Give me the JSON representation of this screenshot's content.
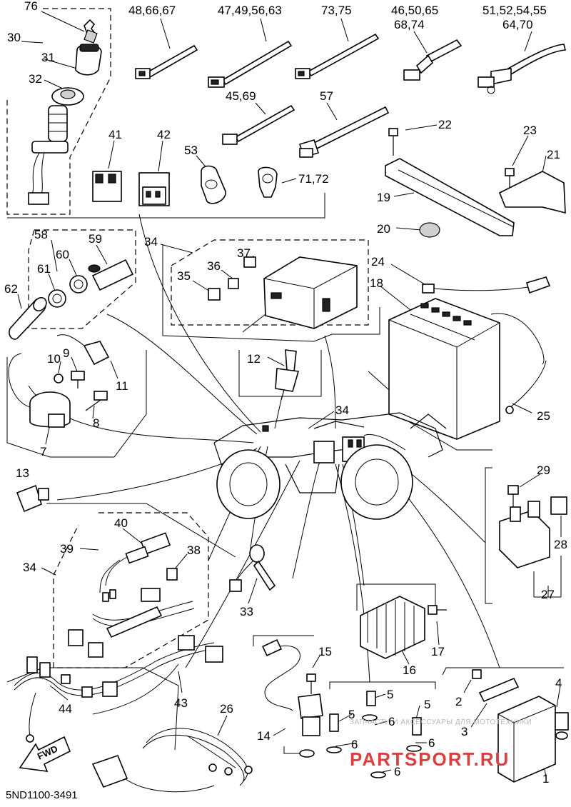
{
  "diagram": {
    "part_number": "5ND1100-3491",
    "fwd_label": "FWD",
    "watermark_top": "ЗАПЧАСТИ И АКСЕССУАРЫ ДЛЯ МОТОТЕХНИКИ",
    "watermark_brand": "PARTSPORT.RU",
    "callouts": {
      "c76": "76",
      "c30": "30",
      "c31": "31",
      "c32": "32",
      "c486667": "48,66,67",
      "c47495663": "47,49,56,63",
      "c7375": "73,75",
      "c465065": "46,50,65",
      "c6874": "68,74",
      "c51525455": "51,52,54,55",
      "c6470": "64,70",
      "c4569": "45,69",
      "c57": "57",
      "c22": "22",
      "c23": "23",
      "c21": "21",
      "c41": "41",
      "c42": "42",
      "c53": "53",
      "c7172": "71,72",
      "c19": "19",
      "c20": "20",
      "c58": "58",
      "c59": "59",
      "c60": "60",
      "c61": "61",
      "c62": "62",
      "c34a": "34",
      "c37": "37",
      "c36": "36",
      "c35": "35",
      "c24": "24",
      "c18": "18",
      "c9": "9",
      "c10": "10",
      "c11": "11",
      "c8": "8",
      "c7": "7",
      "c12": "12",
      "c34b": "34",
      "c25": "25",
      "c13": "13",
      "c29": "29",
      "c28": "28",
      "c27": "27",
      "c40": "40",
      "c39": "39",
      "c38": "38",
      "c34c": "34",
      "c33": "33",
      "c16": "16",
      "c17": "17",
      "c15": "15",
      "c5a": "5",
      "c5b": "5",
      "c5c": "5",
      "c6a": "6",
      "c6b": "6",
      "c6c": "6",
      "c6d": "6",
      "c14": "14",
      "c2": "2",
      "c3": "3",
      "c4": "4",
      "c1": "1",
      "c44": "44",
      "c43": "43",
      "c26": "26"
    }
  }
}
